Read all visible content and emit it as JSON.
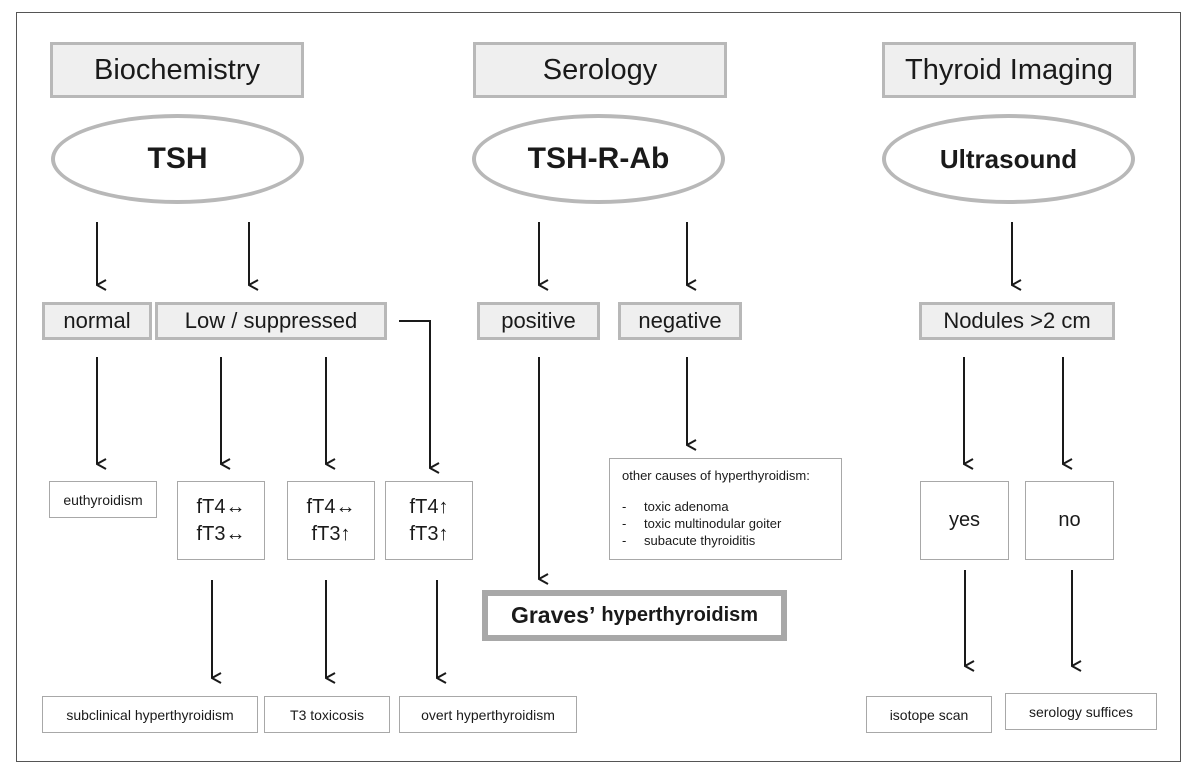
{
  "headers": {
    "biochemistry": "Biochemistry",
    "serology": "Serology",
    "imaging": "Thyroid Imaging"
  },
  "tests": {
    "tsh": "TSH",
    "tsh_r_ab": "TSH-R-Ab",
    "ultrasound": "Ultrasound"
  },
  "results": {
    "normal": "normal",
    "low_suppressed": "Low / suppressed",
    "positive": "positive",
    "negative": "negative",
    "nodules": "Nodules >2 cm"
  },
  "hormone_states": {
    "normal_normal": {
      "ft4": "fT4↔",
      "ft3": "fT3↔"
    },
    "normal_high": {
      "ft4": "fT4↔",
      "ft3": "fT3↑"
    },
    "high_high": {
      "ft4": "fT4↑",
      "ft3": "fT3↑"
    }
  },
  "answers": {
    "yes": "yes",
    "no": "no"
  },
  "outcomes": {
    "euthyroidism": "euthyroidism",
    "subclinical": "subclinical hyperthyroidism",
    "t3_toxicosis": "T3 toxicosis",
    "overt": "overt hyperthyroidism",
    "graves_main": "Graves’",
    "graves_sub": "hyperthyroidism",
    "isotope_scan": "isotope scan",
    "serology_suffices": "serology suffices"
  },
  "other_causes": {
    "title": "other causes of hyperthyroidism:",
    "items": [
      "toxic adenoma",
      "toxic multinodular goiter",
      "subacute thyroiditis"
    ]
  }
}
